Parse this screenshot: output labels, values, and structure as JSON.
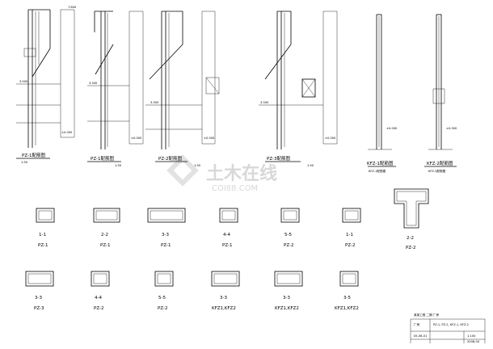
{
  "elevations": [
    {
      "label": "PZ-1配筋图",
      "sub": "1:50"
    },
    {
      "label": "PZ-1配筋图",
      "sub": "1:50"
    },
    {
      "label": "PZ-2配筋图",
      "sub": "1:50"
    },
    {
      "label": "PZ-3配筋图",
      "sub": "1:50"
    },
    {
      "label": "KFZ-1配筋图",
      "sub": "KFZ-1配筋图"
    },
    {
      "label": "KFZ-2配筋图",
      "sub": "KFZ-2配筋图"
    }
  ],
  "sections_row1": [
    {
      "cut": "1-1",
      "name": "PZ-1"
    },
    {
      "cut": "2-2",
      "name": "PZ-1"
    },
    {
      "cut": "3-3",
      "name": "PZ-1"
    },
    {
      "cut": "4-4",
      "name": "PZ-1"
    },
    {
      "cut": "5-5",
      "name": "PZ-2"
    },
    {
      "cut": "1-1",
      "name": "PZ-2"
    },
    {
      "cut": "2-2",
      "name": "PZ-2"
    }
  ],
  "sections_row2": [
    {
      "cut": "3-3",
      "name": "PZ-3"
    },
    {
      "cut": "4-4",
      "name": "PZ-2"
    },
    {
      "cut": "5-5",
      "name": "PZ-2"
    },
    {
      "cut": "3-3",
      "name": "KFZ1,KFZ2"
    },
    {
      "cut": "3-3",
      "name": "KFZ1,KFZ2"
    },
    {
      "cut": "3-5",
      "name": "KFZ1,KFZ2"
    }
  ],
  "watermark": {
    "cn": "土木在线",
    "en": "COI88.COM"
  },
  "title_block": {
    "line1": "某某工程 二期 厂房",
    "line2": "厂房",
    "line3": "PZ-1, PZ-2, KFZ-1, KFZ-2",
    "scale": "1:100",
    "date": "2008-04",
    "number": "05-06-01"
  }
}
